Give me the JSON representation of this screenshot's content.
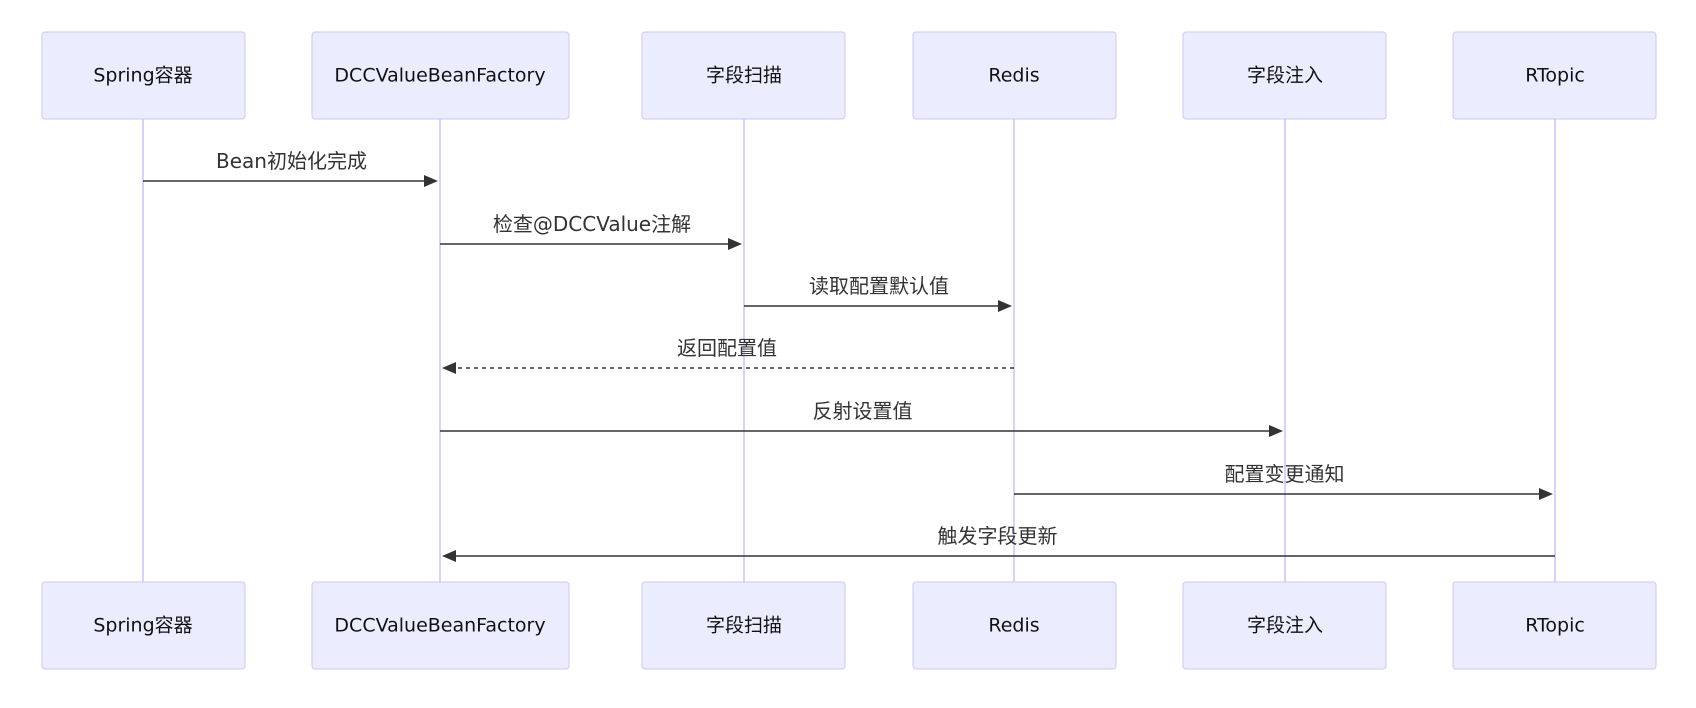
{
  "participants": [
    {
      "id": "spring",
      "label": "Spring容器"
    },
    {
      "id": "factory",
      "label": "DCCValueBeanFactory"
    },
    {
      "id": "scan",
      "label": "字段扫描"
    },
    {
      "id": "redis",
      "label": "Redis"
    },
    {
      "id": "inject",
      "label": "字段注入"
    },
    {
      "id": "rtopic",
      "label": "RTopic"
    }
  ],
  "messages": [
    {
      "from": "spring",
      "to": "factory",
      "label": "Bean初始化完成",
      "style": "solid"
    },
    {
      "from": "factory",
      "to": "scan",
      "label": "检查@DCCValue注解",
      "style": "solid"
    },
    {
      "from": "scan",
      "to": "redis",
      "label": "读取配置默认值",
      "style": "solid"
    },
    {
      "from": "redis",
      "to": "factory",
      "label": "返回配置值",
      "style": "dashed"
    },
    {
      "from": "factory",
      "to": "inject",
      "label": "反射设置值",
      "style": "solid"
    },
    {
      "from": "redis",
      "to": "rtopic",
      "label": "配置变更通知",
      "style": "solid"
    },
    {
      "from": "rtopic",
      "to": "factory",
      "label": "触发字段更新",
      "style": "solid"
    }
  ],
  "colors": {
    "actor_fill": "#ECECFF",
    "actor_border": "#cfc6f4",
    "lifeline": "#d8d0ff",
    "arrow": "#333333"
  }
}
